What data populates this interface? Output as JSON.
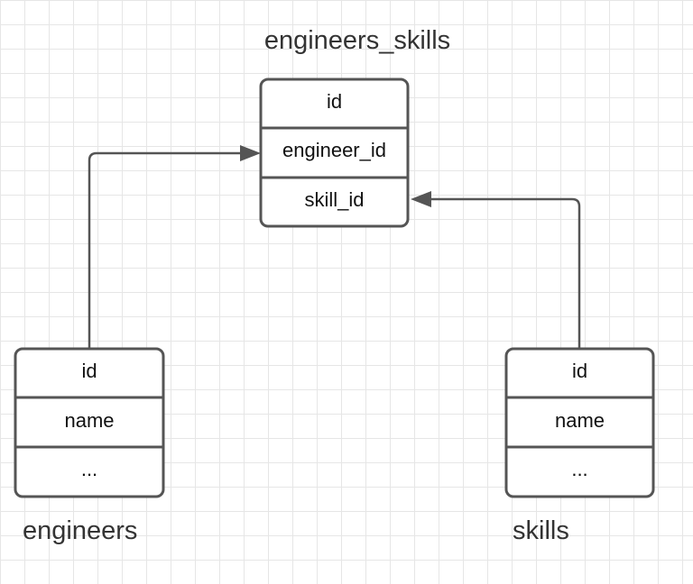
{
  "tables": {
    "engineers_skills": {
      "title": "engineers_skills",
      "fields": [
        "id",
        "engineer_id",
        "skill_id"
      ]
    },
    "engineers": {
      "title": "engineers",
      "fields": [
        "id",
        "name",
        "..."
      ]
    },
    "skills": {
      "title": "skills",
      "fields": [
        "id",
        "name",
        "..."
      ]
    }
  },
  "relationships": [
    {
      "from": "engineers",
      "to": "engineers_skills",
      "target_field": "engineer_id"
    },
    {
      "from": "skills",
      "to": "engineers_skills",
      "target_field": "skill_id"
    }
  ],
  "colors": {
    "line": "#555555",
    "grid": "#e6e6e6",
    "background": "#ffffff"
  }
}
